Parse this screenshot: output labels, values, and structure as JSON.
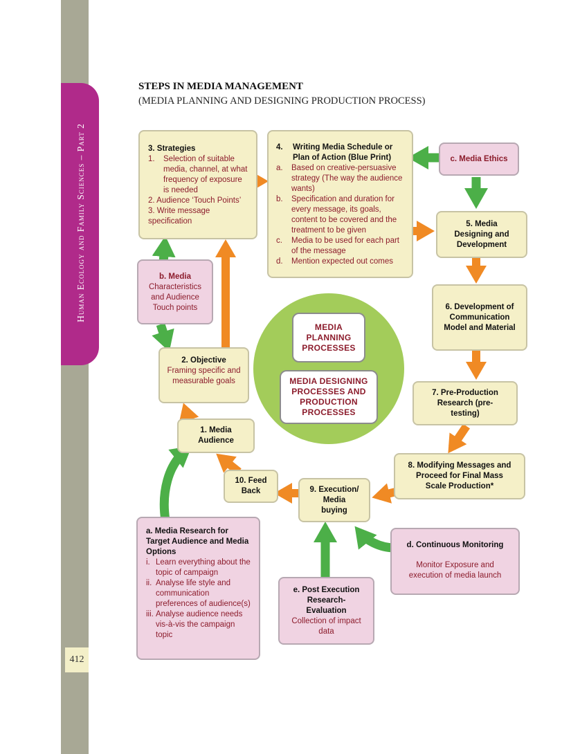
{
  "sidebar": {
    "vertical_text": "Human Ecology and Family Sciences – Part 2",
    "page_number": "412"
  },
  "header": {
    "title": "STEPS IN MEDIA MANAGEMENT",
    "subtitle": "(MEDIA PLANNING AND DESIGNING PRODUCTION PROCESS)"
  },
  "steps": {
    "s1": {
      "title": "1. Media Audience"
    },
    "s2": {
      "title": "2. Objective",
      "body": "Framing specific and measurable goals"
    },
    "s3": {
      "title": "3. Strategies",
      "items": [
        {
          "mk": "1.",
          "text": "Selection of suitable media, channel, at what frequency of exposure is needed"
        },
        {
          "mk": "2.",
          "text": "Audience ‘Touch Points’"
        },
        {
          "mk": "3.",
          "text": "Write message specification"
        }
      ]
    },
    "s4": {
      "title": "Writing Media Schedule or Plan of Action (Blue Print)",
      "num": "4.",
      "items": [
        {
          "mk": "a.",
          "text": "Based on creative-persuasive strategy (The way the audience wants)"
        },
        {
          "mk": "b.",
          "text": "Specification and duration for every message, its goals, content to be covered and the treatment to be given"
        },
        {
          "mk": "c.",
          "text": "Media to be used for each part of the message"
        },
        {
          "mk": "d.",
          "text": "Mention expected out comes"
        }
      ]
    },
    "s5": {
      "title": "5. Media Designing and Development"
    },
    "s6": {
      "title": "6. Development of Communication Model and Material"
    },
    "s7": {
      "title": "7. Pre-Production Research (pre-testing)"
    },
    "s8": {
      "title": "8. Modifying Messages and Proceed for Final Mass Scale Production*"
    },
    "s9": {
      "title": "9. Execution/ Media buying"
    },
    "s10": {
      "title": "10. Feed Back"
    }
  },
  "inputs": {
    "a": {
      "title": "a. Media Research for Target Audience and Media Options",
      "items": [
        {
          "mk": "i.",
          "text": "Learn everything about the topic of campaign"
        },
        {
          "mk": "ii.",
          "text": "Analyse life style and communication preferences of audience(s)"
        },
        {
          "mk": "iii.",
          "text": "Analyse audience needs vis-à-vis the campaign topic"
        }
      ]
    },
    "b": {
      "title": "b. Media",
      "body": "Characteristics and Audience Touch points"
    },
    "c": {
      "title": "c. Media Ethics"
    },
    "d": {
      "title": "d. Continuous Monitoring",
      "body": "Monitor Exposure and execution of media launch"
    },
    "e": {
      "title": "e. Post Execution Research-Evaluation",
      "body": "Collection of impact data"
    }
  },
  "center": {
    "planning": "MEDIA PLANNING PROCESSES",
    "designing": "MEDIA DESIGNING PROCESSES AND PRODUCTION PROCESSES"
  },
  "colors": {
    "orange_arrow": "#f08a24",
    "green_arrow": "#4caf48",
    "cream_box": "#f5f0c8",
    "pink_box": "#f0d3e2",
    "sidebar_tab": "#b02a8a",
    "circle": "#a3cc5a",
    "maroon_text": "#8c1c2c"
  }
}
